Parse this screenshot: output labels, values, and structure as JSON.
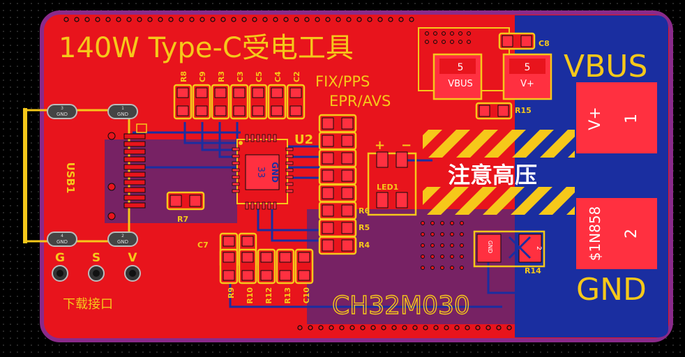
{
  "title": "140W Type-C受电工具",
  "modes_line1": "FIX/PPS",
  "modes_line2": "EPR/AVS",
  "mcu_name": "CH32M030",
  "warning": "注意高压",
  "vbus_label": "VBUS",
  "gnd_label": "GND",
  "download_label": "下载接口",
  "connector": {
    "ref": "USB1",
    "pins": [
      "GND",
      "GND",
      "GND",
      "GND"
    ],
    "pin_numbers": [
      "3",
      "1",
      "4",
      "2"
    ]
  },
  "header_pins": [
    "G",
    "S",
    "V"
  ],
  "top_refs": [
    "R8",
    "C9",
    "R3",
    "C3",
    "C5",
    "C4",
    "C2"
  ],
  "bottom_refs": [
    "R9",
    "R10",
    "R12",
    "R13",
    "C10"
  ],
  "right_refs": [
    "R6",
    "R5",
    "R4"
  ],
  "misc_refs": {
    "u2": "U2",
    "r7": "R7",
    "c7": "C7",
    "led": "LED1",
    "c8": "C8",
    "r15": "R15",
    "r14": "R14"
  },
  "ic": {
    "pad_a": "33",
    "pad_b": "GND"
  },
  "mosfets": [
    {
      "pin": "5",
      "net": "VBUS"
    },
    {
      "pin": "5",
      "net": "V+"
    }
  ],
  "terminals": [
    {
      "net": "V+",
      "pin": "1"
    },
    {
      "net": "$1N858",
      "pin": "2"
    }
  ],
  "small_part": {
    "net": "GND",
    "pin": "2"
  },
  "colors": {
    "board": "#e8141c",
    "copper_bottom": "#1a2ea0",
    "silk": "#f6c81a",
    "outline": "#8a2a8a",
    "pad": "#ff3040"
  }
}
